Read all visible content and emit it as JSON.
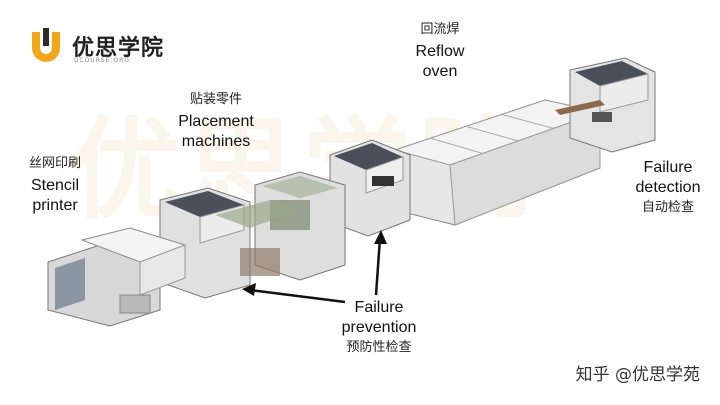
{
  "logo": {
    "brand_cn": "优思学院",
    "brand_en": "UCOURSE.ORG"
  },
  "labels": {
    "stencil": {
      "cn": "丝网印刷",
      "en_line1": "Stencil",
      "en_line2": "printer"
    },
    "placement": {
      "cn": "贴装零件",
      "en_line1": "Placement",
      "en_line2": "machines"
    },
    "reflow": {
      "cn": "回流焊",
      "en_line1": "Reflow",
      "en_line2": "oven"
    },
    "detection": {
      "en_line1": "Failure",
      "en_line2": "detection",
      "cn": "自动检查"
    },
    "prevention": {
      "en_line1": "Failure",
      "en_line2": "prevention",
      "cn": "预防性检查"
    }
  },
  "watermark": "知乎 @优思学苑",
  "colors": {
    "logo_orange": "#f2a71b",
    "machine_light": "#e8e8e8",
    "machine_dark": "#4a4f5a",
    "conveyor": "#8a6a4a"
  }
}
